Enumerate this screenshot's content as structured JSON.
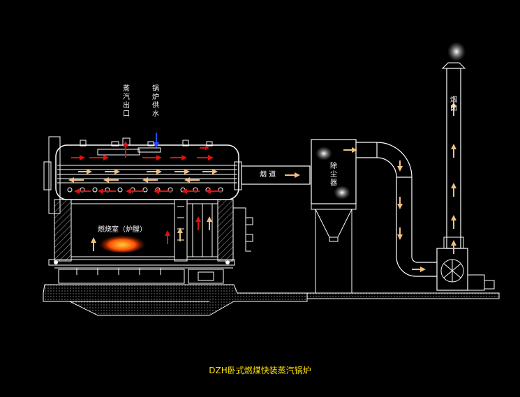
{
  "labels": {
    "steam_outlet": "蒸汽出口",
    "boiler_feed_water": "锅炉供水",
    "flue": "烟 道",
    "dust_collector": "除尘器",
    "chimney": "烟囱",
    "combustion_chamber": "燃烧室（炉膛）"
  },
  "title": "DZH卧式燃煤快装蒸汽锅炉",
  "colors": {
    "background": "#000000",
    "line": "#ffffff",
    "title": "#ffe000",
    "hot_flow_arrow": "#e01010",
    "flue_gas_arrow": "#f0c080",
    "water_arrow": "#2050ff",
    "flame": "#ff5000"
  }
}
